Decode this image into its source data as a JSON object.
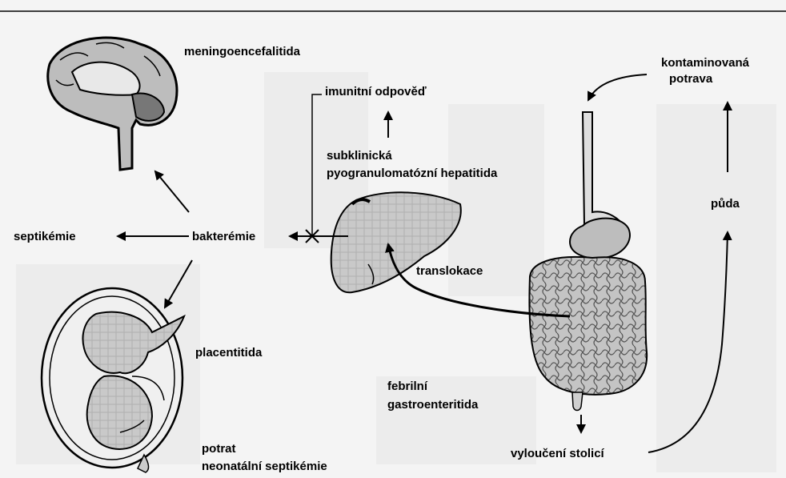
{
  "labels": {
    "meningoencefalitida": "meningoencefalitida",
    "immune": "imunitní odpověď",
    "contaminated_line1": "kontaminovaná",
    "contaminated_line2": "potrava",
    "hepatitis_line1": "subklinická",
    "hepatitis_line2": "pyogranulomatózní hepatitida",
    "soil": "půda",
    "septicemia": "septikémie",
    "bacteremia": "bakterémie",
    "translocation": "translokace",
    "placentitis": "placentitida",
    "gastro_line1": "febrilní",
    "gastro_line2": "gastroenteritida",
    "abortion": "potrat",
    "neonatal": "neonatální septikémie",
    "stool": "vyloučení stolicí"
  },
  "illustrations": [
    "brain-illustration",
    "fetus-in-uterus-illustration",
    "liver-illustration",
    "digestive-tract-illustration"
  ]
}
